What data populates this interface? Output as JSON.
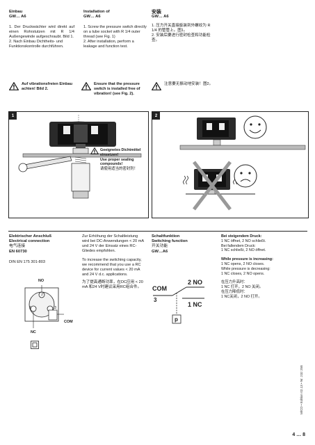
{
  "col1": {
    "title": "Einbau",
    "subtitle": "GW… A6",
    "steps": [
      "1. Der Druckwächter wird direkt auf einen Rohrstutzen mit R 1/4 Außengewinde aufgeschraubt. Bild 1.",
      "2. Nach Einbau Dichtheits- und Funktionskontrolle durchführen."
    ],
    "warning": "Auf vibrationsfreien Einbau achten! Bild 2."
  },
  "col2": {
    "title": "Installation of",
    "subtitle": "GW… A6",
    "steps": [
      "1. Screw the pressure switch directly on a tube socket with R 1/4 outer thread (see Fig. 1)",
      "2. After installation, perform a leakage and function test."
    ],
    "warning": "Ensure that the pressure switch is installed free of vibration! (see Fig. 2)."
  },
  "col3": {
    "title": "安装",
    "subtitle": "GW… A6",
    "steps": [
      "1. 压力开关直接旋装到外螺纹为 R 1/4 的管管上。图1。",
      "2. 安装后要进行密封检查和功能检查。"
    ],
    "warning": "注意要无振动地安装！图2。"
  },
  "fig1": {
    "number": "1",
    "note_de": "Geeignetes Dichtmittel einsetzen!",
    "note_en": "Use proper sealing compounds!",
    "note_cn": "请使用适当的密封剂！"
  },
  "fig2": {
    "number": "2"
  },
  "elec": {
    "title_de": "Elektrischer Anschluß",
    "title_en": "Electrical connection",
    "title_cn": "电气连接",
    "std": "EN 60730",
    "din": "DIN EN 175 301-803",
    "no": "NO",
    "nc": "NC",
    "com": "COM",
    "pins": [
      "1",
      "2",
      "3"
    ],
    "text_de": "Zur Erhöhung der Schaltleistung wird bei DC-Anwendungen < 20 mA und 24 V der Einsatz eines RC-Gliedes empfohlen.",
    "text_en": "To increase the switching capacity, we recommend that you use a RC device for current values < 20 mA and 24 V d.c. applications.",
    "text_cn": "为了提高通断功率，在DC应用 < 20 mA 和24 V时建议采用RC组合件。"
  },
  "switching": {
    "title_de": "Schaltfunktion",
    "title_en": "Switching function",
    "title_cn": "开关功能",
    "model": "GW…A6",
    "com": "COM",
    "pin3": "3",
    "no": "2 NO",
    "nc": "1 NC",
    "p": "p",
    "rising_de_title": "Bei steigendem Druck:",
    "rising_de": "1 NC öffnet, 2 NO schließt.",
    "falling_de_title": "Bei fallendem Druck:",
    "falling_de": "1 NC schließt, 2 NO öffnet.",
    "rising_en_title": "While pressure is increasing:",
    "rising_en": "1 NC opens, 2 NO closes.",
    "falling_en_title": "While pressure is decreasing:",
    "falling_en": "1 NC closes, 2 NO opens.",
    "rising_cn_title": "在压力升高时：",
    "rising_cn": "1 NC 打开，2 NO 关闭。",
    "falling_cn_title": "在压力降低时：",
    "falling_cn": "1 NC关闭，2 NO 打开。"
  },
  "footer": {
    "side_code": "M/CD • Edition 02.13 • Nr. 232 258",
    "page": "4 … 8"
  }
}
